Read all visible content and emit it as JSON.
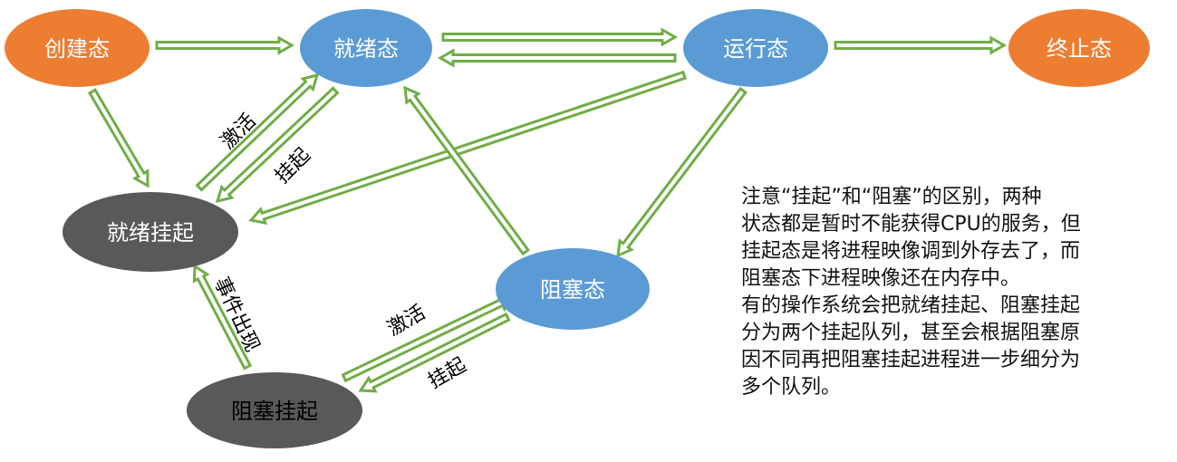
{
  "nodes": {
    "created": {
      "label": "创建态",
      "fill": "#ED7D31",
      "text_color": "#ffffff"
    },
    "ready": {
      "label": "就绪态",
      "fill": "#5B9BD5",
      "text_color": "#ffffff"
    },
    "running": {
      "label": "运行态",
      "fill": "#5B9BD5",
      "text_color": "#ffffff"
    },
    "terminated": {
      "label": "终止态",
      "fill": "#ED7D31",
      "text_color": "#ffffff"
    },
    "ready_suspended": {
      "label": "就绪挂起",
      "fill": "#595959",
      "text_color": "#ffffff"
    },
    "blocked": {
      "label": "阻塞态",
      "fill": "#5B9BD5",
      "text_color": "#ffffff"
    },
    "blocked_suspended": {
      "label": "阻塞挂起",
      "fill": "#595959",
      "text_color": "#000000"
    }
  },
  "edge_labels": {
    "activate_top": "激活",
    "suspend_top": "挂起",
    "event_occurs": "事件出现",
    "activate_bottom": "激活",
    "suspend_bottom": "挂起"
  },
  "arrow_color": "#70AD47",
  "note": {
    "lines": [
      "注意“挂起”和“阻塞”的区别，两种",
      "状态都是暂时不能获得CPU的服务，但",
      "挂起态是将进程映像调到外存去了，而",
      "阻塞态下进程映像还在内存中。",
      "有的操作系统会把就绪挂起、阻塞挂起",
      "分为两个挂起队列，甚至会根据阻塞原",
      "因不同再把阻塞挂起进程进一步细分为",
      "多个队列。"
    ]
  }
}
